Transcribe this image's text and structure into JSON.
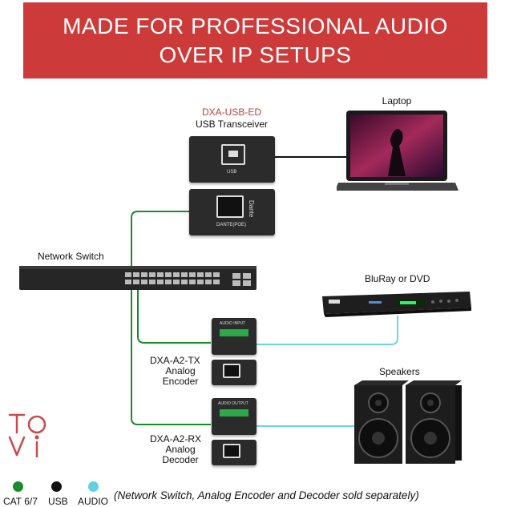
{
  "banner": {
    "line1": "MADE FOR PROFESSIONAL AUDIO",
    "line2": "OVER IP SETUPS",
    "color": "#cd3a3a"
  },
  "usb_transceiver": {
    "model": "DXA-USB-ED",
    "name": "USB Transceiver",
    "port_label": "USB",
    "dante_port_label": "DANTE(POE)",
    "brand": "Dante"
  },
  "laptop": {
    "label": "Laptop"
  },
  "network_switch": {
    "label": "Network Switch"
  },
  "bluray": {
    "label": "BluRay or DVD"
  },
  "encoder": {
    "model": "DXA-A2-TX",
    "line2": "Analog",
    "line3": "Encoder",
    "panel_label": "AUDIO INPUT"
  },
  "decoder": {
    "model": "DXA-A2-RX",
    "line2": "Analog",
    "line3": "Decoder",
    "panel_label": "AUDIO OUTPUT"
  },
  "speakers": {
    "label": "Speakers"
  },
  "legend": [
    {
      "label": "CAT 6/7",
      "color": "#1a8a2a"
    },
    {
      "label": "USB",
      "color": "#111111"
    },
    {
      "label": "AUDIO",
      "color": "#5fd0e6"
    }
  ],
  "footer": "(Network Switch, Analog Encoder and Decoder sold separately)",
  "colors": {
    "cat": "#1a8a2a",
    "usb": "#111111",
    "audio": "#6fd3e8"
  }
}
